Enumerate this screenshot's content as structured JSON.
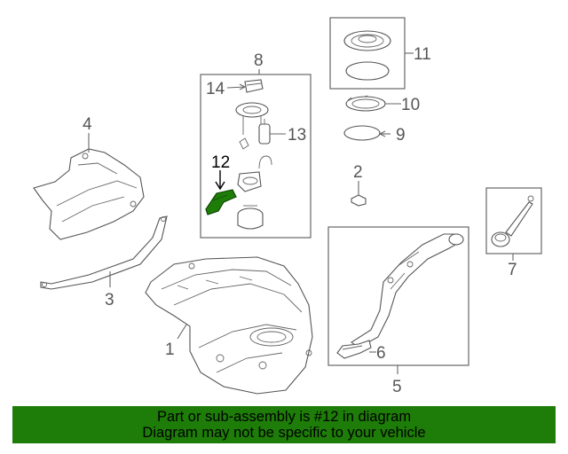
{
  "diagram": {
    "callouts": [
      {
        "id": "1",
        "label": "1"
      },
      {
        "id": "2",
        "label": "2"
      },
      {
        "id": "3",
        "label": "3"
      },
      {
        "id": "4",
        "label": "4"
      },
      {
        "id": "5",
        "label": "5"
      },
      {
        "id": "6",
        "label": "6"
      },
      {
        "id": "7",
        "label": "7"
      },
      {
        "id": "8",
        "label": "8"
      },
      {
        "id": "9",
        "label": "9"
      },
      {
        "id": "10",
        "label": "10"
      },
      {
        "id": "11",
        "label": "11"
      },
      {
        "id": "12",
        "label": "12",
        "highlighted": true
      },
      {
        "id": "13",
        "label": "13"
      },
      {
        "id": "14",
        "label": "14"
      }
    ],
    "highlight_color": "#1e7d08"
  },
  "banner": {
    "line1": "Part or sub-assembly is #12 in diagram",
    "line2": "Diagram may not be specific to your vehicle",
    "background": "#1e7d08"
  }
}
